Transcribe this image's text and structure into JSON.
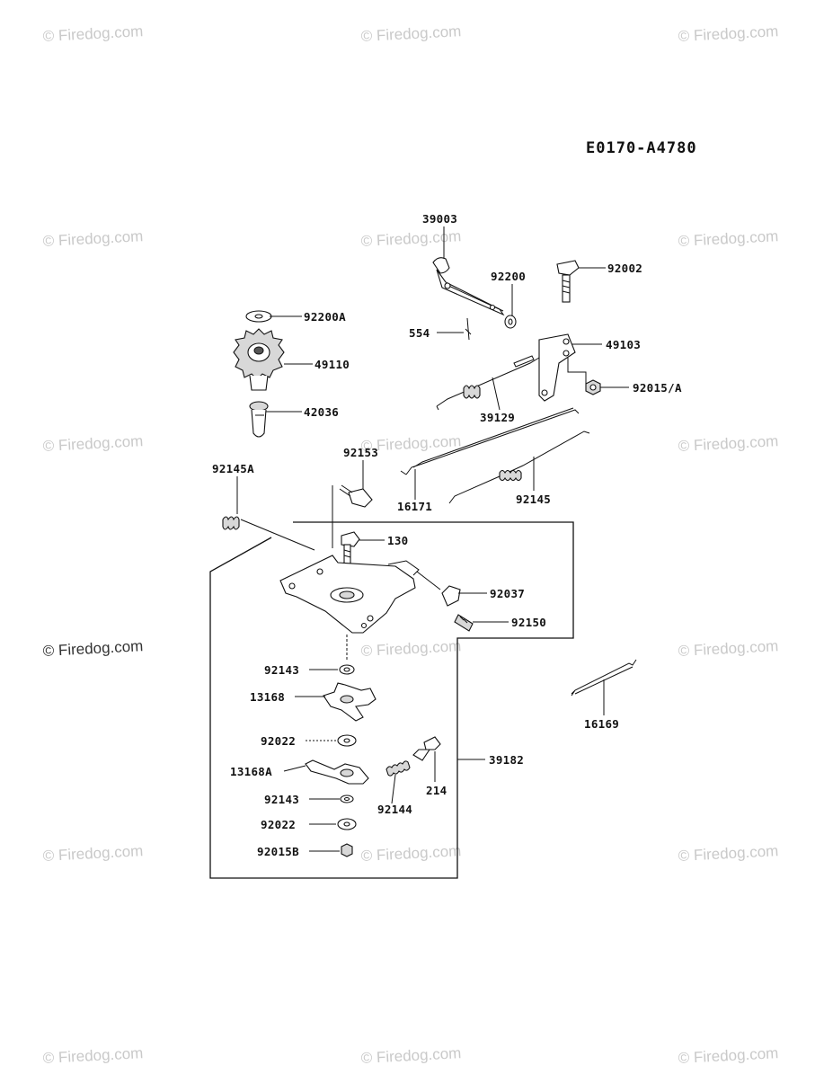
{
  "diagram": {
    "reference_code": "E0170-A4780",
    "watermark": "© Firedog.com",
    "watermark_main": "© Firedog.com",
    "parts": [
      {
        "id": "p39003",
        "label": "39003"
      },
      {
        "id": "p92002",
        "label": "92002"
      },
      {
        "id": "p92200",
        "label": "92200"
      },
      {
        "id": "p554",
        "label": "554"
      },
      {
        "id": "p49103",
        "label": "49103"
      },
      {
        "id": "p92015A",
        "label": "92015/A"
      },
      {
        "id": "p39129",
        "label": "39129"
      },
      {
        "id": "p92200A",
        "label": "92200A"
      },
      {
        "id": "p49110",
        "label": "49110"
      },
      {
        "id": "p42036",
        "label": "42036"
      },
      {
        "id": "p92153",
        "label": "92153"
      },
      {
        "id": "p92145A",
        "label": "92145A"
      },
      {
        "id": "p16171",
        "label": "16171"
      },
      {
        "id": "p92145",
        "label": "92145"
      },
      {
        "id": "p130",
        "label": "130"
      },
      {
        "id": "p92037",
        "label": "92037"
      },
      {
        "id": "p92150",
        "label": "92150"
      },
      {
        "id": "p92143a",
        "label": "92143"
      },
      {
        "id": "p13168",
        "label": "13168"
      },
      {
        "id": "p92022a",
        "label": "92022"
      },
      {
        "id": "p13168A",
        "label": "13168A"
      },
      {
        "id": "p92143b",
        "label": "92143"
      },
      {
        "id": "p92022b",
        "label": "92022"
      },
      {
        "id": "p92015B",
        "label": "92015B"
      },
      {
        "id": "p92144",
        "label": "92144"
      },
      {
        "id": "p214",
        "label": "214"
      },
      {
        "id": "p39182",
        "label": "39182"
      },
      {
        "id": "p16169",
        "label": "16169"
      }
    ]
  }
}
